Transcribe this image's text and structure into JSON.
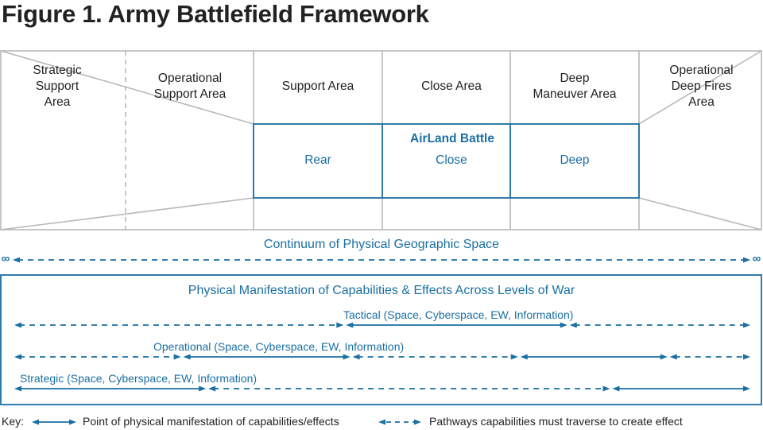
{
  "title": "Figure 1. Army Battlefield Framework",
  "colors": {
    "blue": "#1a6fa3",
    "grid": "#b8b8b8",
    "text": "#222222"
  },
  "areas": {
    "strategic_support": "Strategic\nSupport\nArea",
    "operational_support": "Operational\nSupport Area",
    "support": "Support Area",
    "close": "Close Area",
    "deep_maneuver": "Deep\nManeuver Area",
    "operational_deep_fires": "Operational\nDeep Fires\nArea"
  },
  "airland": {
    "heading": "AirLand Battle",
    "rear": "Rear",
    "close": "Close",
    "deep": "Deep"
  },
  "continuum": {
    "label": "Continuum of Physical Geographic Space",
    "left_symbol": "∞",
    "right_symbol": "∞"
  },
  "manifestation": {
    "title": "Physical Manifestation of Capabilities & Effects Across Levels of War",
    "rows": [
      {
        "label": "Tactical (Space, Cyberspace, EW, Information)",
        "segments": [
          {
            "type": "dashed",
            "from": 0.0,
            "to": 0.449
          },
          {
            "type": "solid",
            "from": 0.449,
            "to": 0.753
          },
          {
            "type": "dashed",
            "from": 0.753,
            "to": 1.0
          }
        ]
      },
      {
        "label": "Operational (Space, Cyberspace, EW, Information)",
        "segments": [
          {
            "type": "dashed",
            "from": 0.0,
            "to": 0.228
          },
          {
            "type": "solid",
            "from": 0.228,
            "to": 0.458
          },
          {
            "type": "dashed",
            "from": 0.458,
            "to": 0.686
          },
          {
            "type": "solid",
            "from": 0.686,
            "to": 0.889
          },
          {
            "type": "dashed",
            "from": 0.889,
            "to": 1.0
          }
        ]
      },
      {
        "label": "Strategic (Space, Cyberspace, EW, Information)",
        "segments": [
          {
            "type": "solid",
            "from": 0.0,
            "to": 0.262
          },
          {
            "type": "dashed",
            "from": 0.262,
            "to": 0.811
          },
          {
            "type": "solid",
            "from": 0.811,
            "to": 1.0
          }
        ]
      }
    ]
  },
  "key": {
    "label": "Key:",
    "solid_desc": "Point of physical manifestation of capabilities/effects",
    "dashed_desc": "Pathways capabilities must traverse to create effect"
  }
}
